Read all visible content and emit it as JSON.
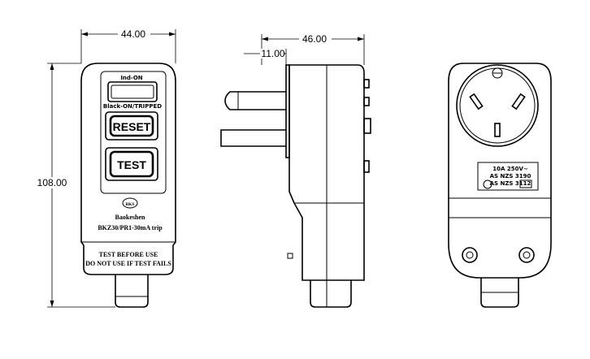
{
  "dimensions": {
    "front_width": "44.00",
    "side_width": "46.00",
    "pin_offset": "11.00",
    "height": "108.00"
  },
  "front_view": {
    "indicator_label": "Ind-ON",
    "indicator_status": "Black-ON/TRIPPED",
    "reset_button": "RESET",
    "test_button": "TEST",
    "brand_logo": "BKS",
    "brand_name": "Baokeshen",
    "model": "BKZ30/PR1-30mA trip",
    "warning_line_1": "TEST BEFORE USE",
    "warning_line_2": "DO NOT USE IF TEST FAILS"
  },
  "rear_view": {
    "rating_line_1": "10A 250V~",
    "rating_line_2": "AS NZS 3190",
    "rating_line_3": "AS NZS 3112"
  },
  "colors": {
    "line": "#000000",
    "background": "#ffffff",
    "button_fill": "#ffffff"
  }
}
